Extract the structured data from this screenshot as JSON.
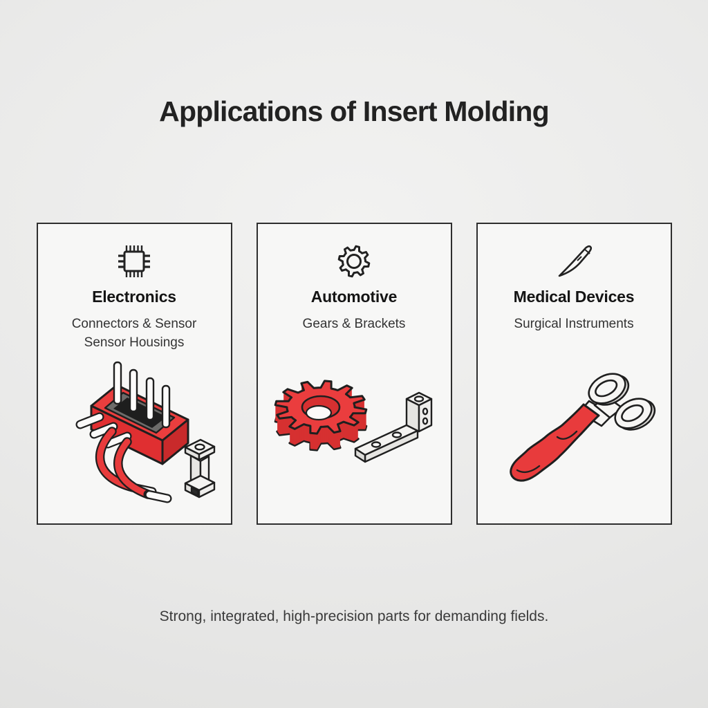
{
  "title": "Applications of Insert Molding",
  "caption": "Strong, integrated, high-precision parts for demanding fields.",
  "colors": {
    "accent_red": "#e83b3c",
    "accent_red_dark": "#d63031",
    "outline": "#1f1f1f",
    "metal": "#f4f3f1",
    "card_background": "#f7f7f6",
    "page_background": "#e9e9e8"
  },
  "cards": [
    {
      "icon": "chip-icon",
      "title": "Electronics",
      "subtitle_lines": [
        "Connectors & Sensor",
        "Sensor Housings"
      ],
      "illustration": "red pin connector with wires and metal insert"
    },
    {
      "icon": "gear-icon",
      "title": "Automotive",
      "subtitle_lines": [
        "Gears & Brackets"
      ],
      "illustration": "red gear and metal L-bracket"
    },
    {
      "icon": "scalpel-icon",
      "title": "Medical Devices",
      "subtitle_lines": [
        "Surgical Instruments"
      ],
      "illustration": "surgical instrument with red overmolded handle"
    }
  ]
}
